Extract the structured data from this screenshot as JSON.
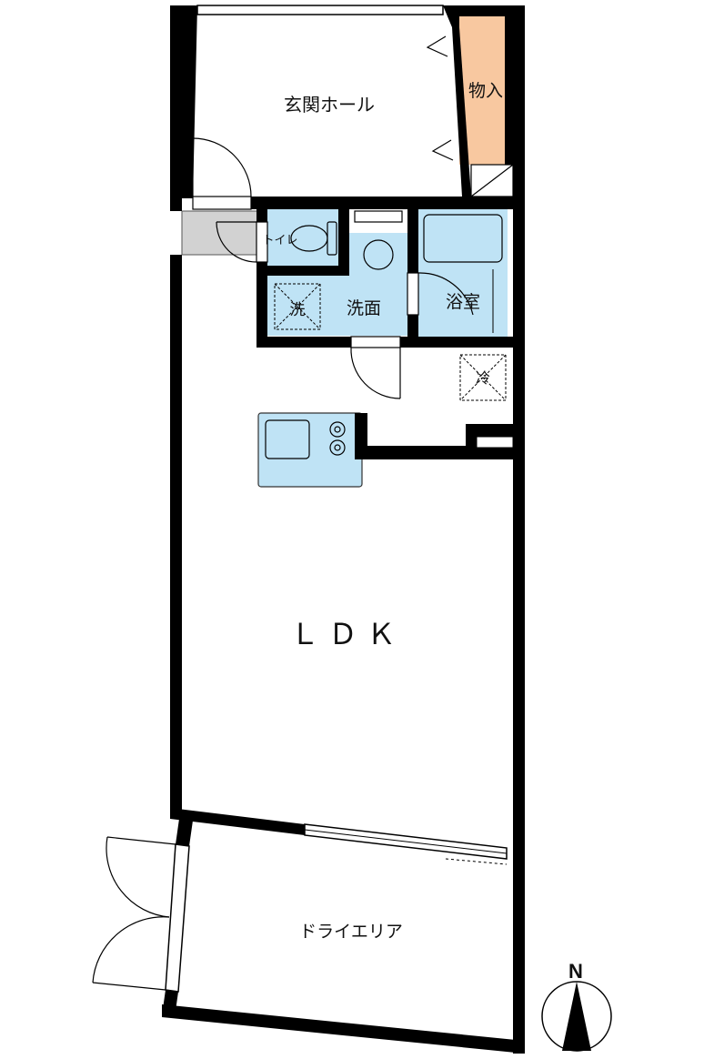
{
  "rooms": {
    "entrance_hall": "玄関ホール",
    "storage": "物入",
    "toilet": "トイレ",
    "washroom": "洗面",
    "washer": "洗",
    "bathroom": "浴室",
    "fridge": "冷",
    "ldk": "ＬＤＫ",
    "dry_area": "ドライエリア"
  },
  "compass": {
    "north_label": "N"
  },
  "colors": {
    "wet_area": "#bfe3f5",
    "storage": "#f8c8a0",
    "wall": "#000000",
    "floor": "#ffffff"
  }
}
